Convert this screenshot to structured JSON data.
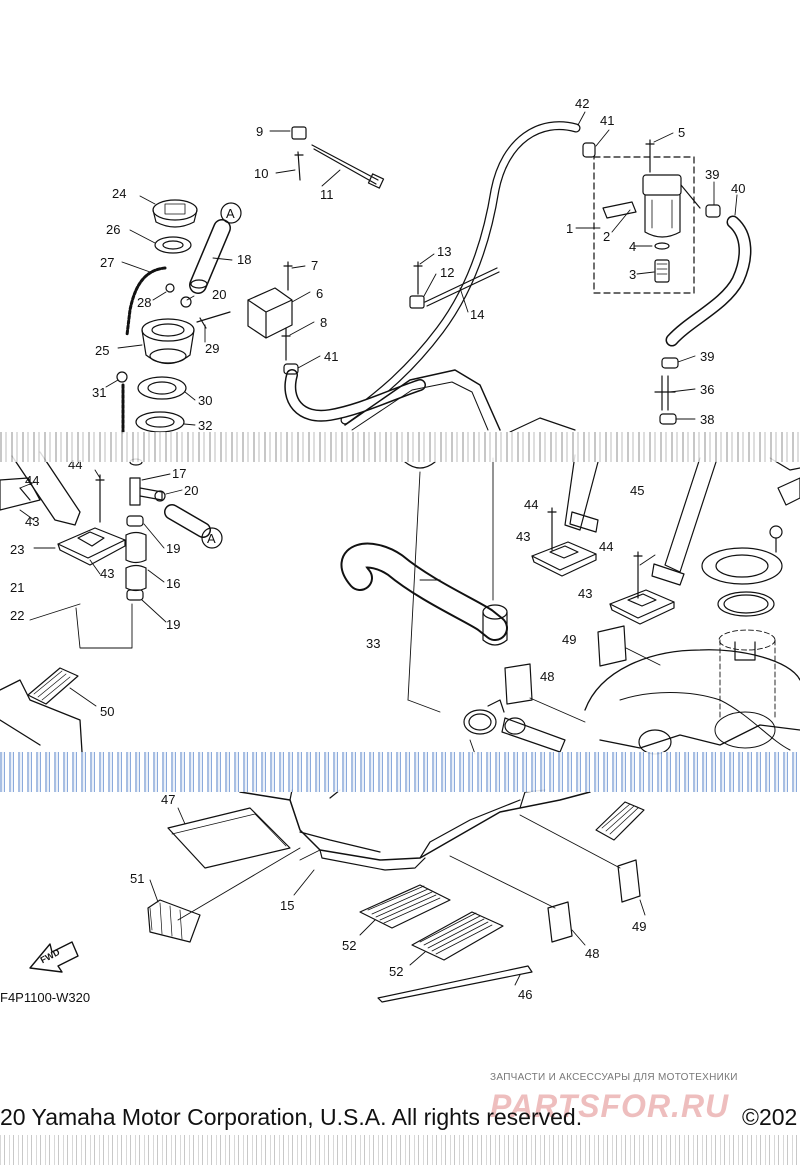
{
  "callouts": [
    {
      "text": "42"
    },
    {
      "text": "41"
    },
    {
      "text": "5"
    },
    {
      "text": "9"
    },
    {
      "text": "10"
    },
    {
      "text": "11"
    },
    {
      "text": "39"
    },
    {
      "text": "40"
    },
    {
      "text": "1"
    },
    {
      "text": "2"
    },
    {
      "text": "4"
    },
    {
      "text": "3"
    },
    {
      "text": "24"
    },
    {
      "text": "26"
    },
    {
      "text": "27"
    },
    {
      "text": "28"
    },
    {
      "text": "20"
    },
    {
      "text": "18"
    },
    {
      "text": "7"
    },
    {
      "text": "6"
    },
    {
      "text": "8"
    },
    {
      "text": "13"
    },
    {
      "text": "12"
    },
    {
      "text": "14"
    },
    {
      "text": "25"
    },
    {
      "text": "29"
    },
    {
      "text": "41"
    },
    {
      "text": "39"
    },
    {
      "text": "36"
    },
    {
      "text": "38"
    },
    {
      "text": "31"
    },
    {
      "text": "30"
    },
    {
      "text": "32"
    },
    {
      "text": "44"
    },
    {
      "text": "44"
    },
    {
      "text": "17"
    },
    {
      "text": "20"
    },
    {
      "text": "43"
    },
    {
      "text": "19"
    },
    {
      "text": "23"
    },
    {
      "text": "43"
    },
    {
      "text": "16"
    },
    {
      "text": "21"
    },
    {
      "text": "19"
    },
    {
      "text": "22"
    },
    {
      "text": "44"
    },
    {
      "text": "45"
    },
    {
      "text": "43"
    },
    {
      "text": "44"
    },
    {
      "text": "43"
    },
    {
      "text": "33"
    },
    {
      "text": "49"
    },
    {
      "text": "48"
    },
    {
      "text": "50"
    },
    {
      "text": "47"
    },
    {
      "text": "51"
    },
    {
      "text": "15"
    },
    {
      "text": "49"
    },
    {
      "text": "52"
    },
    {
      "text": "48"
    },
    {
      "text": "52"
    },
    {
      "text": "46"
    },
    {
      "text": "A"
    },
    {
      "text": "A"
    }
  ],
  "fwd_label": "FWD",
  "diagram_code": "F4P1100-W320",
  "copyright": "20 Yamaha Motor Corporation, U.S.A. All rights reserved.",
  "copyright_right": "©202",
  "watermark_tag": "ЗАПЧАСТИ И АКСЕССУАРЫ ДЛЯ МОТОТЕХНИКИ",
  "watermark_logo": "PARTSFOR.RU"
}
